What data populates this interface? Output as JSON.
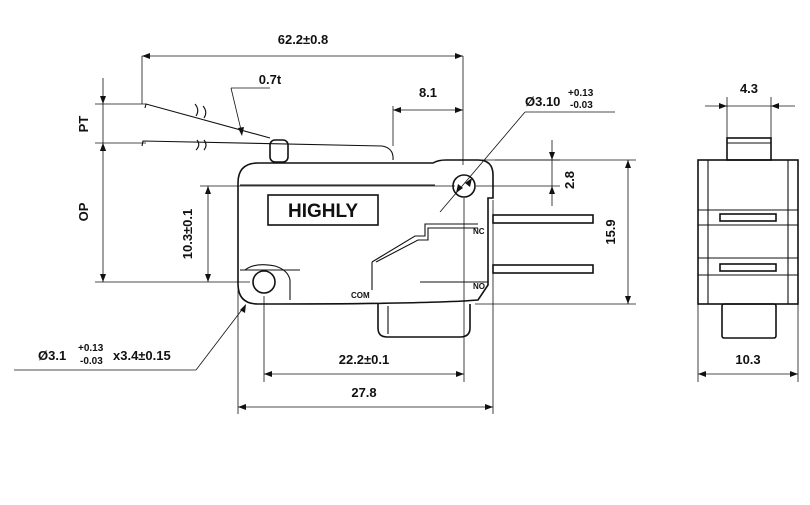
{
  "brand_label": "HIGHLY",
  "terminals": {
    "nc": "NC",
    "no": "NO",
    "com": "COM"
  },
  "dimensions": {
    "overall_length": "62.2±0.8",
    "lever_thickness": "0.7t",
    "lever_offset": "8.1",
    "pt": "PT",
    "op": "OP",
    "hole_top_main": "Ø3.10",
    "hole_top_tol_plus": "+0.13",
    "hole_top_tol_minus": "-0.03",
    "hole_top_offset": "2.8",
    "height_total": "15.9",
    "hole_spacing_v": "10.3±0.1",
    "hole_bottom_main": "Ø3.1",
    "hole_bottom_tol_plus": "+0.13",
    "hole_bottom_tol_minus": "-0.03",
    "hole_bottom_slot": "x3.4±0.15",
    "hole_spacing_h": "22.2±0.1",
    "body_length": "27.8",
    "side_top_width": "4.3",
    "side_width": "10.3"
  }
}
